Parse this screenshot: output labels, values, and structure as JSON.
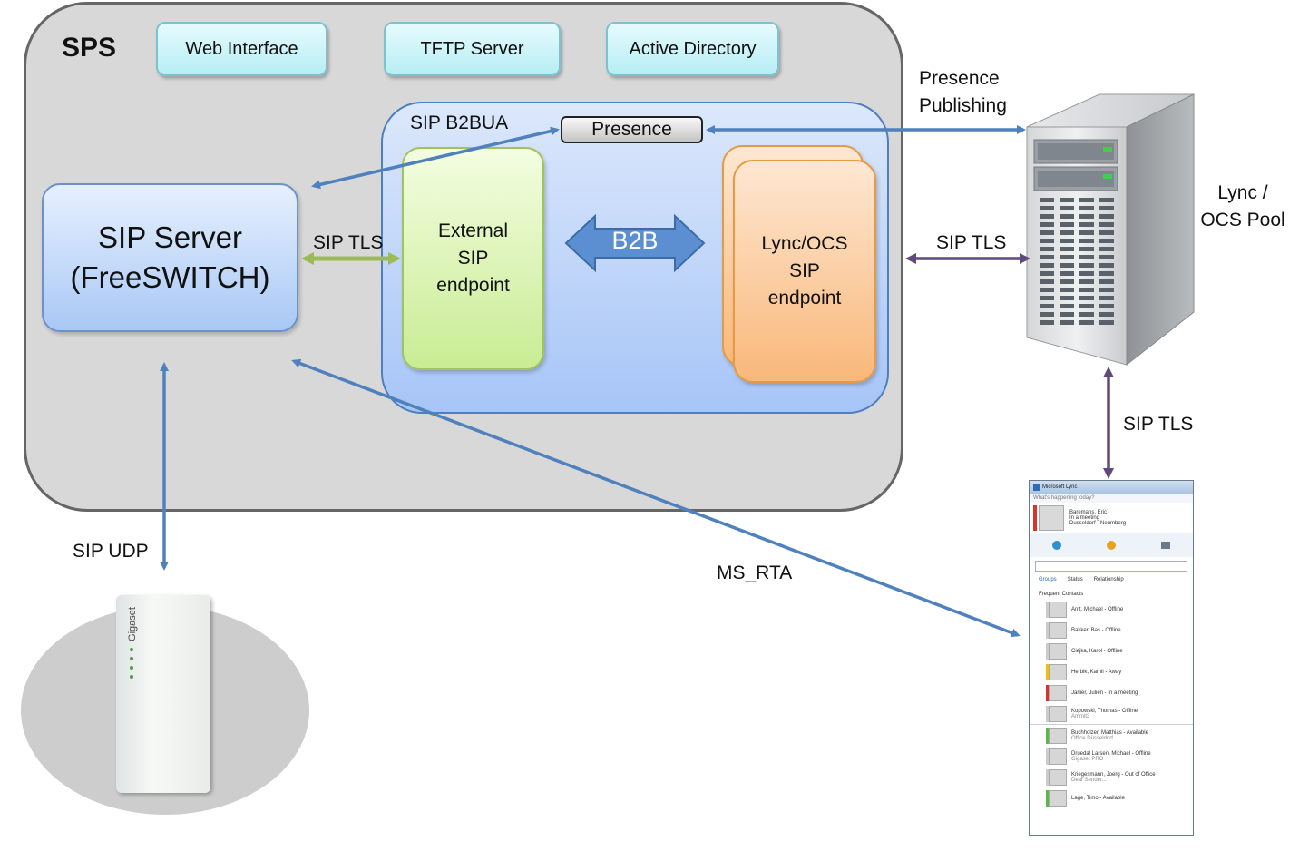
{
  "sps": {
    "title": "SPS"
  },
  "top_boxes": {
    "web": "Web Interface",
    "tftp": "TFTP Server",
    "ad": "Active Directory"
  },
  "b2bua": {
    "label": "SIP B2BUA",
    "presence": "Presence",
    "b2b": "B2B"
  },
  "sip_server": {
    "line1": "SIP Server",
    "line2": "(FreeSWITCH)"
  },
  "external": {
    "line1": "External",
    "line2": "SIP",
    "line3": "endpoint"
  },
  "lync_endpoint": {
    "line1": "Lync/OCS",
    "line2": "SIP",
    "line3": "endpoint"
  },
  "labels": {
    "sip_tls_inner": "SIP TLS",
    "sip_tls_pool": "SIP TLS",
    "sip_tls_client": "SIP TLS",
    "sip_udp": "SIP UDP",
    "ms_rta": "MS_RTA",
    "presence_pub_1": "Presence",
    "presence_pub_2": "Publishing",
    "pool_1": "Lync /",
    "pool_2": "OCS Pool"
  },
  "phone": {
    "brand": "Gigaset"
  },
  "lync_client": {
    "title": "Microsoft Lync",
    "whats_happening": "What's happening today?",
    "user_name": "Baremans, Eric",
    "user_status": "In a meeting",
    "user_location": "Dusseldorf - Neumberg",
    "tabs": [
      "Groups",
      "Status",
      "Relationship"
    ],
    "group_header": "Frequent Contacts",
    "contacts": [
      {
        "name": "Anft, Michael - Offline",
        "sub": ""
      },
      {
        "name": "Bakker, Bas - Offline",
        "sub": ""
      },
      {
        "name": "Ciejka, Karol - Offline",
        "sub": ""
      },
      {
        "name": "Herbik, Kamil - Away",
        "sub": ""
      },
      {
        "name": "Jarlier, Julien - In a meeting",
        "sub": ""
      },
      {
        "name": "Kopowski, Thomas - Offline",
        "sub": "Ammit3"
      },
      {
        "name": "Buchholzer, Matthias - Available",
        "sub": "Office Düsseldorf"
      },
      {
        "name": "Druedal Larsen, Michael - Offline",
        "sub": "Gigaset PRO"
      },
      {
        "name": "Kriegesmann, Joerg - Out of Office",
        "sub": "Dear Sender..."
      },
      {
        "name": "Lage, Timo - Available",
        "sub": ""
      }
    ],
    "status_colors": [
      "#cccccc",
      "#cccccc",
      "#cccccc",
      "#f2c200",
      "#d9342b",
      "#cccccc",
      "#58b947",
      "#cccccc",
      "#cccccc",
      "#58b947"
    ]
  },
  "colors": {
    "blue_arrow": "#4f81bd",
    "green_arrow": "#9bbb59",
    "purple_arrow": "#604a7b"
  }
}
